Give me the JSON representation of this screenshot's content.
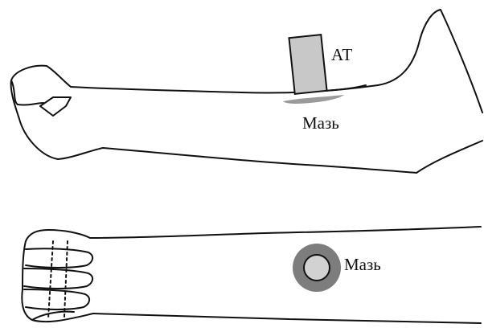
{
  "figure": {
    "top_arm": {
      "pad_label": "АТ",
      "ointment_label": "Мазь"
    },
    "bottom_arm": {
      "ointment_label": "Мазь"
    }
  },
  "colors": {
    "outline": "#111111",
    "pad_fill": "#c8c8c8",
    "ointment_top": "#9a9a9a",
    "ointment_ring": "#7d7d7d",
    "ointment_center": "#d2d2d2",
    "background": "#ffffff"
  }
}
